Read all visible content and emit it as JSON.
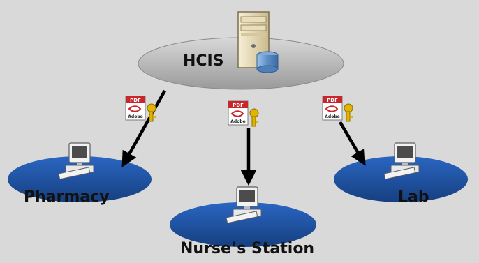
{
  "diagram": {
    "hub": {
      "label": "HCIS",
      "icon": "server-database-icon"
    },
    "nodes": [
      {
        "id": "pharmacy",
        "label": "Pharmacy",
        "icon": "workstation-icon"
      },
      {
        "id": "nurse-station",
        "label": "Nurse’s Station",
        "icon": "workstation-icon"
      },
      {
        "id": "lab",
        "label": "Lab",
        "icon": "workstation-icon"
      }
    ],
    "document_badge": {
      "top_text": "PDF",
      "bottom_text": "Adobe",
      "icon": "secured-pdf-key-icon"
    },
    "colors": {
      "background": "#d9d9d9",
      "hub_ellipse": "#b5b5b5",
      "node_ellipse": "#1f55a6",
      "arrow": "#000000",
      "pdf_red": "#c8262b",
      "key_gold": "#e0b400"
    }
  }
}
